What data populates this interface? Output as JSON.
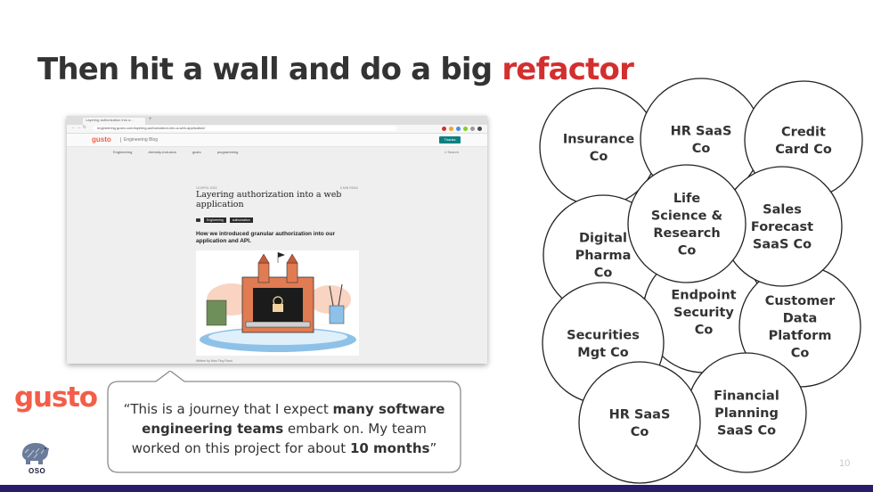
{
  "slide": {
    "title_prefix": "Then hit a wall and do a big ",
    "title_accent": "refactor",
    "accent_color": "#d32f2f",
    "page_number": "10",
    "bottom_bar_color": "#2b1b6b"
  },
  "browser": {
    "tab_title": "Layering authorization into a...",
    "url": "engineering.gusto.com/layering-authorization-into-a-web-application/",
    "site_logo": "gusto",
    "blog_name": "Engineering Blog",
    "header_button": "Thanks",
    "nav_items": [
      "Engineering",
      "diversity-inclusion",
      "gusto",
      "programming"
    ],
    "search_label": "Search",
    "post_date": "13 APRIL 2023",
    "read_time": "6 MIN READ",
    "post_title": "Layering authorization into a web application",
    "tags": [
      "Engineering",
      "authorization"
    ],
    "post_subtitle": "How we introduced granular authorization into our application and API.",
    "author_line": "Written by Wan Ting Rand"
  },
  "logos": {
    "company": "gusto",
    "company_color": "#f45d48",
    "oso": "OSO"
  },
  "quote": {
    "open": "“This is a journey that I expect ",
    "bold1": "many software engineering teams",
    "middle": " embark on. My team worked on this project for about ",
    "bold2": "10 months",
    "close": "”"
  },
  "circles": [
    {
      "id": "insurance",
      "lines": [
        "Insurance",
        "Co"
      ]
    },
    {
      "id": "hr-saas-top",
      "lines": [
        "HR SaaS",
        "Co"
      ]
    },
    {
      "id": "credit-card",
      "lines": [
        "Credit",
        "Card Co"
      ]
    },
    {
      "id": "life-science",
      "lines": [
        "Life",
        "Science &",
        "Research",
        "Co"
      ]
    },
    {
      "id": "sales-forecast",
      "lines": [
        "Sales",
        "Forecast",
        "SaaS Co"
      ]
    },
    {
      "id": "digital-pharma",
      "lines": [
        "Digital",
        "Pharma",
        "Co"
      ]
    },
    {
      "id": "endpoint-security",
      "lines": [
        "Endpoint",
        "Security",
        "Co"
      ]
    },
    {
      "id": "customer-data",
      "lines": [
        "Customer",
        "Data",
        "Platform",
        "Co"
      ]
    },
    {
      "id": "securities-mgt",
      "lines": [
        "Securities",
        "Mgt Co"
      ]
    },
    {
      "id": "financial-planning",
      "lines": [
        "Financial",
        "Planning",
        "SaaS Co"
      ]
    },
    {
      "id": "hr-saas-bottom",
      "lines": [
        "HR SaaS",
        "Co"
      ]
    }
  ]
}
